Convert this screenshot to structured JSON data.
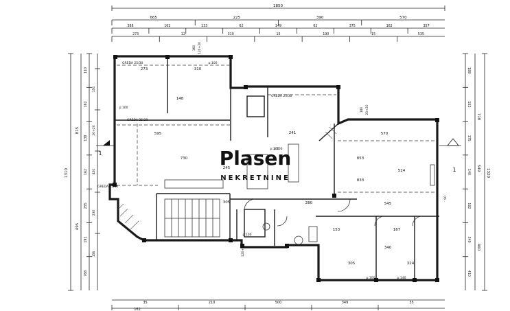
{
  "top_dimensions": {
    "overall": "1850",
    "row2": [
      "665",
      "225",
      "390",
      "570"
    ],
    "row3": [
      "388",
      "162",
      "133",
      "62",
      "149",
      "62",
      "375",
      "162",
      "357"
    ],
    "row4": [
      "273",
      "12",
      "310",
      "15",
      "190",
      "15",
      "535"
    ]
  },
  "bottom_dimensions": {
    "row1": [
      "35",
      "210",
      "500",
      "349",
      "35"
    ],
    "row2": [
      "162"
    ]
  },
  "left_dimensions": {
    "overall": "1310",
    "mid": [
      "815",
      "495"
    ],
    "inner": [
      "110",
      "162",
      "138",
      "162",
      "255",
      "191",
      "768"
    ],
    "detail": [
      "150",
      "20+20",
      "420",
      "230",
      "156"
    ]
  },
  "right_dimensions": {
    "overall": "1320",
    "mid": [
      "718",
      "549",
      "460"
    ],
    "inner": [
      "188",
      "152",
      "175",
      "140",
      "162",
      "340",
      "410"
    ]
  },
  "beam_labels": [
    "GREDA 25/30",
    "GREDA 25/30",
    "GREDA 25/30",
    "GREDA 25/30"
  ],
  "room_labels": [
    "273",
    "310",
    "148",
    "730",
    "595",
    "570",
    "853",
    "833",
    "545",
    "524",
    "241",
    "153",
    "167",
    "305",
    "340",
    "324",
    "305",
    "280",
    "245"
  ],
  "window_labels": [
    "p:100",
    "p:100",
    "p:100",
    "p:100",
    "p:100",
    "p:140",
    "p:100"
  ],
  "window_dims": [
    "160",
    "120+20",
    "180",
    "20+20",
    "90",
    "120+20"
  ],
  "section_markers": [
    "1",
    "1"
  ],
  "watermark": {
    "line1": "Plasen",
    "line2": "NEKRETNINE"
  }
}
